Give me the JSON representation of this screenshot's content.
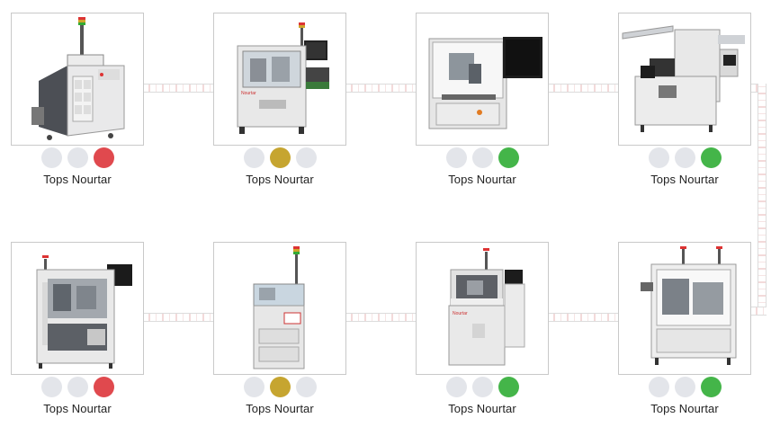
{
  "colors": {
    "off": "#e3e5ea",
    "red": "#e0494e",
    "yellow": "#c6a530",
    "green": "#44b549"
  },
  "machines": [
    {
      "name": "Tops Nourtar",
      "icon": "loader-machine-icon",
      "lights": [
        "off",
        "off",
        "red"
      ]
    },
    {
      "name": "Tops Nourtar",
      "icon": "dispenser-machine-icon",
      "lights": [
        "off",
        "yellow",
        "off"
      ]
    },
    {
      "name": "Tops Nourtar",
      "icon": "inspection-machine-icon",
      "lights": [
        "off",
        "off",
        "green"
      ]
    },
    {
      "name": "Tops Nourtar",
      "icon": "assembly-machine-icon",
      "lights": [
        "off",
        "off",
        "green"
      ]
    },
    {
      "name": "Tops Nourtar",
      "icon": "screwing-machine-icon",
      "lights": [
        "off",
        "off",
        "red"
      ]
    },
    {
      "name": "Tops Nourtar",
      "icon": "cabinet-machine-icon",
      "lights": [
        "off",
        "yellow",
        "off"
      ]
    },
    {
      "name": "Tops Nourtar",
      "icon": "coating-machine-icon",
      "lights": [
        "off",
        "off",
        "green"
      ]
    },
    {
      "name": "Tops Nourtar",
      "icon": "testing-machine-icon",
      "lights": [
        "off",
        "off",
        "green"
      ]
    }
  ]
}
